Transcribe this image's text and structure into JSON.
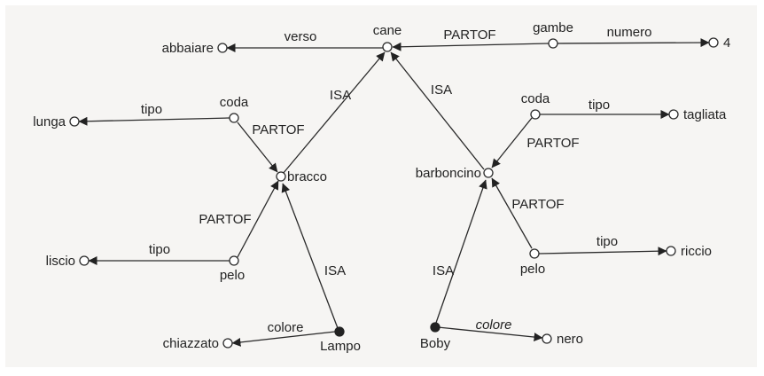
{
  "nodes": {
    "cane": {
      "label": "cane",
      "kind": "open"
    },
    "abbaiare": {
      "label": "abbaiare",
      "kind": "open"
    },
    "gambe": {
      "label": "gambe",
      "kind": "open"
    },
    "quattro": {
      "label": "4",
      "kind": "open"
    },
    "coda_b": {
      "label": "coda",
      "kind": "open"
    },
    "lunga": {
      "label": "lunga",
      "kind": "open"
    },
    "bracco": {
      "label": "bracco",
      "kind": "open"
    },
    "pelo_b": {
      "label": "pelo",
      "kind": "open"
    },
    "liscio": {
      "label": "liscio",
      "kind": "open"
    },
    "lampo": {
      "label": "Lampo",
      "kind": "solid"
    },
    "chiazzato": {
      "label": "chiazzato",
      "kind": "open"
    },
    "coda_p": {
      "label": "coda",
      "kind": "open"
    },
    "tagliata": {
      "label": "tagliata",
      "kind": "open"
    },
    "barboncino": {
      "label": "barboncino",
      "kind": "open"
    },
    "pelo_p": {
      "label": "pelo",
      "kind": "open"
    },
    "riccio": {
      "label": "riccio",
      "kind": "open"
    },
    "boby": {
      "label": "Boby",
      "kind": "solid"
    },
    "nero": {
      "label": "nero",
      "kind": "open"
    }
  },
  "edges": [
    {
      "id": "cane-abbaiare",
      "label": "verso"
    },
    {
      "id": "gambe-cane",
      "label": "PARTOF"
    },
    {
      "id": "gambe-quattro",
      "label": "numero"
    },
    {
      "id": "bracco-cane",
      "label": "ISA"
    },
    {
      "id": "barboncino-cane",
      "label": "ISA"
    },
    {
      "id": "codab-lunga",
      "label": "tipo"
    },
    {
      "id": "codab-bracco",
      "label": "PARTOF"
    },
    {
      "id": "pelob-liscio",
      "label": "tipo"
    },
    {
      "id": "pelob-bracco",
      "label": "PARTOF"
    },
    {
      "id": "lampo-bracco",
      "label": "ISA"
    },
    {
      "id": "lampo-chiazzato",
      "label": "colore"
    },
    {
      "id": "codap-tagliata",
      "label": "tipo"
    },
    {
      "id": "codap-barboncino",
      "label": "PARTOF"
    },
    {
      "id": "pelop-riccio",
      "label": "tipo"
    },
    {
      "id": "pelop-barboncino",
      "label": "PARTOF"
    },
    {
      "id": "boby-barboncino",
      "label": "ISA"
    },
    {
      "id": "boby-nero",
      "label": "colore"
    }
  ]
}
